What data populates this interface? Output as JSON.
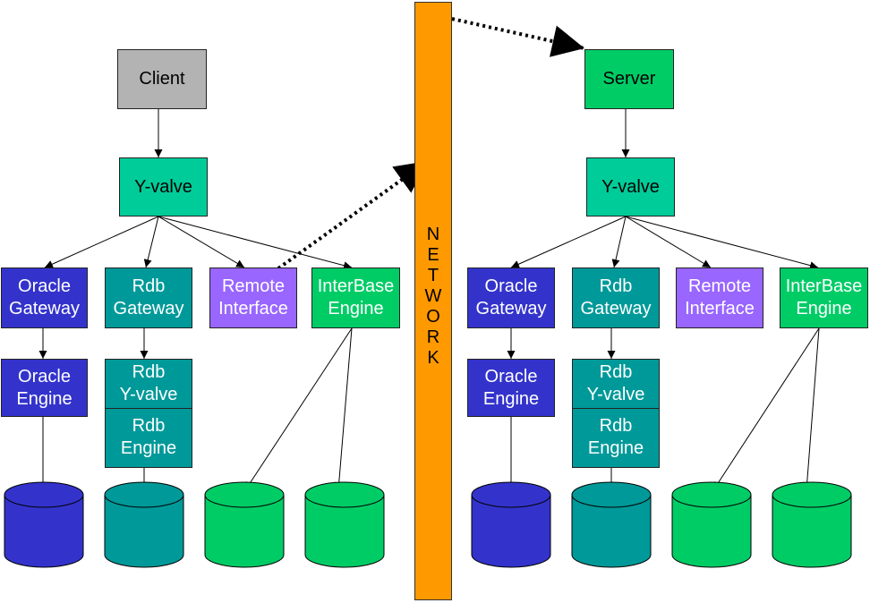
{
  "network": {
    "letters": [
      "N",
      "E",
      "T",
      "W",
      "O",
      "R",
      "K"
    ]
  },
  "left": {
    "client": "Client",
    "yvalve": "Y-valve",
    "oracle_gateway": [
      "Oracle",
      "Gateway"
    ],
    "rdb_gateway": [
      "Rdb",
      "Gateway"
    ],
    "remote_interface": [
      "Remote",
      "Interface"
    ],
    "interbase_engine": [
      "InterBase",
      "Engine"
    ],
    "oracle_engine": [
      "Oracle",
      "Engine"
    ],
    "rdb_yvalve": [
      "Rdb",
      "Y-valve"
    ],
    "rdb_engine": [
      "Rdb",
      "Engine"
    ]
  },
  "right": {
    "server": "Server",
    "yvalve": "Y-valve",
    "oracle_gateway": [
      "Oracle",
      "Gateway"
    ],
    "rdb_gateway": [
      "Rdb",
      "Gateway"
    ],
    "remote_interface": [
      "Remote",
      "Interface"
    ],
    "interbase_engine": [
      "InterBase",
      "Engine"
    ],
    "oracle_engine": [
      "Oracle",
      "Engine"
    ],
    "rdb_yvalve": [
      "Rdb",
      "Y-valve"
    ],
    "rdb_engine": [
      "Rdb",
      "Engine"
    ]
  },
  "colors": {
    "client": "#b3b3b3",
    "server": "#00cc66",
    "yvalve": "#00cc99",
    "oracle": "#3333cc",
    "rdb": "#009999",
    "remote": "#9966ff",
    "interbase": "#00cc66",
    "network": "#ff9900",
    "database_oracle": "#3333cc",
    "database_rdb": "#009999",
    "database_interbase": "#00cc66"
  }
}
